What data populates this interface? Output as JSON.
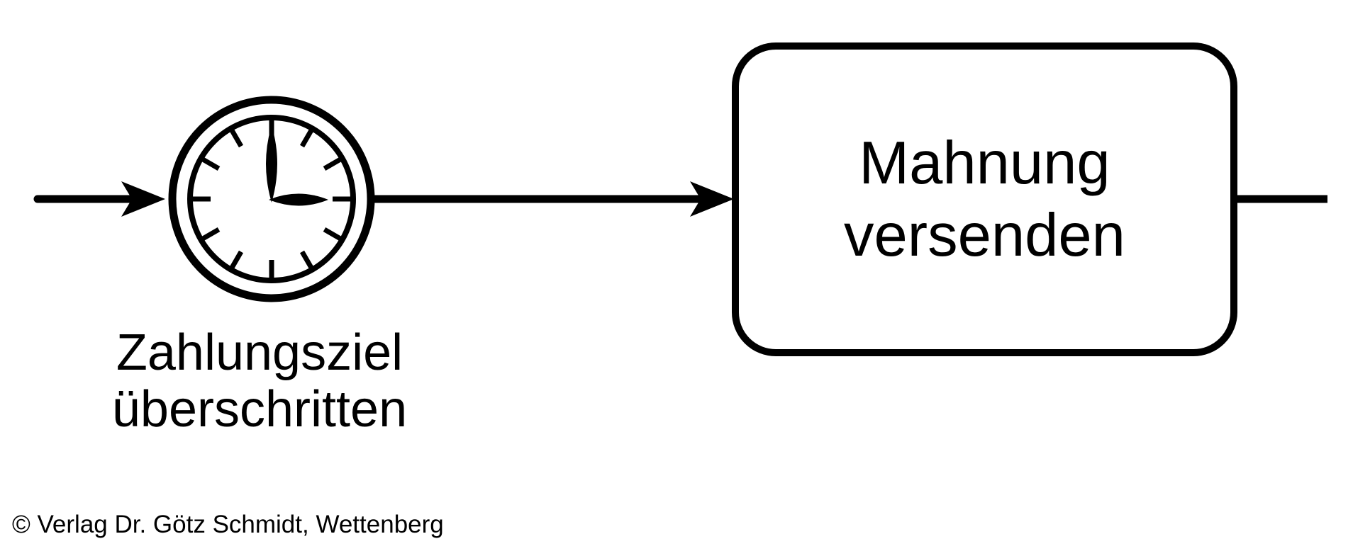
{
  "colors": {
    "background": "#ffffff",
    "ink": "#000000"
  },
  "diagram": {
    "event": {
      "icon": "timer-clock-icon",
      "clock_time_shown": "3:00",
      "label": {
        "line1": "Zahlungsziel",
        "line2": "überschritten"
      }
    },
    "task": {
      "label": {
        "line1": "Mahnung",
        "line2": "versenden"
      }
    },
    "footer": {
      "copyright": "© Verlag Dr. Götz Schmidt, Wettenberg"
    }
  }
}
